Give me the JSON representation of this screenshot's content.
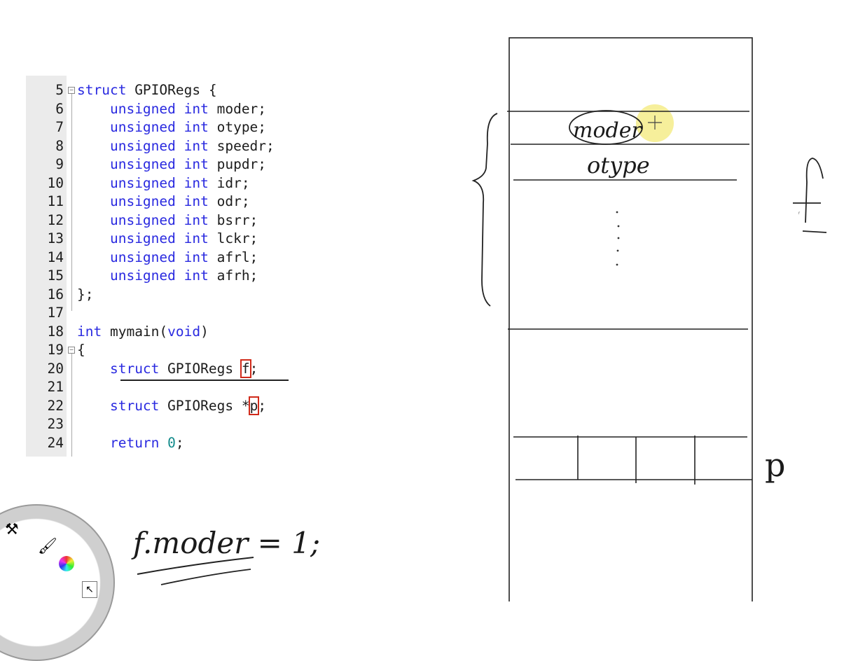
{
  "code": {
    "lines": [
      {
        "n": "5",
        "parts": [
          {
            "t": "struct",
            "c": "kw"
          },
          {
            "t": " GPIORegs {",
            "c": ""
          }
        ],
        "fold": "open"
      },
      {
        "n": "6",
        "parts": [
          {
            "t": "    ",
            "c": ""
          },
          {
            "t": "unsigned int",
            "c": "kw"
          },
          {
            "t": " moder;",
            "c": ""
          }
        ]
      },
      {
        "n": "7",
        "parts": [
          {
            "t": "    ",
            "c": ""
          },
          {
            "t": "unsigned int",
            "c": "kw"
          },
          {
            "t": " otype;",
            "c": ""
          }
        ]
      },
      {
        "n": "8",
        "parts": [
          {
            "t": "    ",
            "c": ""
          },
          {
            "t": "unsigned int",
            "c": "kw"
          },
          {
            "t": " speedr;",
            "c": ""
          }
        ]
      },
      {
        "n": "9",
        "parts": [
          {
            "t": "    ",
            "c": ""
          },
          {
            "t": "unsigned int",
            "c": "kw"
          },
          {
            "t": " pupdr;",
            "c": ""
          }
        ]
      },
      {
        "n": "10",
        "parts": [
          {
            "t": "    ",
            "c": ""
          },
          {
            "t": "unsigned int",
            "c": "kw"
          },
          {
            "t": " idr;",
            "c": ""
          }
        ]
      },
      {
        "n": "11",
        "parts": [
          {
            "t": "    ",
            "c": ""
          },
          {
            "t": "unsigned int",
            "c": "kw"
          },
          {
            "t": " odr;",
            "c": ""
          }
        ]
      },
      {
        "n": "12",
        "parts": [
          {
            "t": "    ",
            "c": ""
          },
          {
            "t": "unsigned int",
            "c": "kw"
          },
          {
            "t": " bsrr;",
            "c": ""
          }
        ]
      },
      {
        "n": "13",
        "parts": [
          {
            "t": "    ",
            "c": ""
          },
          {
            "t": "unsigned int",
            "c": "kw"
          },
          {
            "t": " lckr;",
            "c": ""
          }
        ]
      },
      {
        "n": "14",
        "parts": [
          {
            "t": "    ",
            "c": ""
          },
          {
            "t": "unsigned int",
            "c": "kw"
          },
          {
            "t": " afrl;",
            "c": ""
          }
        ]
      },
      {
        "n": "15",
        "parts": [
          {
            "t": "    ",
            "c": ""
          },
          {
            "t": "unsigned int",
            "c": "kw"
          },
          {
            "t": " afrh;",
            "c": ""
          }
        ]
      },
      {
        "n": "16",
        "parts": [
          {
            "t": "};",
            "c": ""
          }
        ]
      },
      {
        "n": "17",
        "parts": []
      },
      {
        "n": "18",
        "parts": [
          {
            "t": "int",
            "c": "kw"
          },
          {
            "t": " mymain(",
            "c": ""
          },
          {
            "t": "void",
            "c": "kw"
          },
          {
            "t": ")",
            "c": ""
          }
        ]
      },
      {
        "n": "19",
        "parts": [
          {
            "t": "{",
            "c": ""
          }
        ],
        "fold": "open"
      },
      {
        "n": "20",
        "parts": [
          {
            "t": "    ",
            "c": ""
          },
          {
            "t": "struct",
            "c": "kw"
          },
          {
            "t": " GPIORegs ",
            "c": ""
          },
          {
            "t": "f",
            "c": "marked"
          },
          {
            "t": ";",
            "c": ""
          }
        ]
      },
      {
        "n": "21",
        "parts": []
      },
      {
        "n": "22",
        "parts": [
          {
            "t": "    ",
            "c": ""
          },
          {
            "t": "struct",
            "c": "kw"
          },
          {
            "t": " GPIORegs *",
            "c": ""
          },
          {
            "t": "p",
            "c": "marked"
          },
          {
            "t": ";",
            "c": ""
          }
        ]
      },
      {
        "n": "23",
        "parts": []
      },
      {
        "n": "24",
        "parts": [
          {
            "t": "    ",
            "c": ""
          },
          {
            "t": "return",
            "c": "kw"
          },
          {
            "t": " ",
            "c": ""
          },
          {
            "t": "0",
            "c": "num"
          },
          {
            "t": ";",
            "c": ""
          }
        ]
      }
    ]
  },
  "handwriting": {
    "code_note": "f.moder = 1;",
    "memory_field_1": "moder",
    "memory_field_2": "otype",
    "struct_label": "f",
    "pointer_label": "p"
  },
  "colors": {
    "keyword": "#2a2ae0",
    "number": "#118a8a",
    "mark": "#d02a1a",
    "highlight": "#f5ec8a"
  },
  "tools": [
    "ruler-icon",
    "brush-icon",
    "color-wheel-icon",
    "cursor-icon"
  ]
}
